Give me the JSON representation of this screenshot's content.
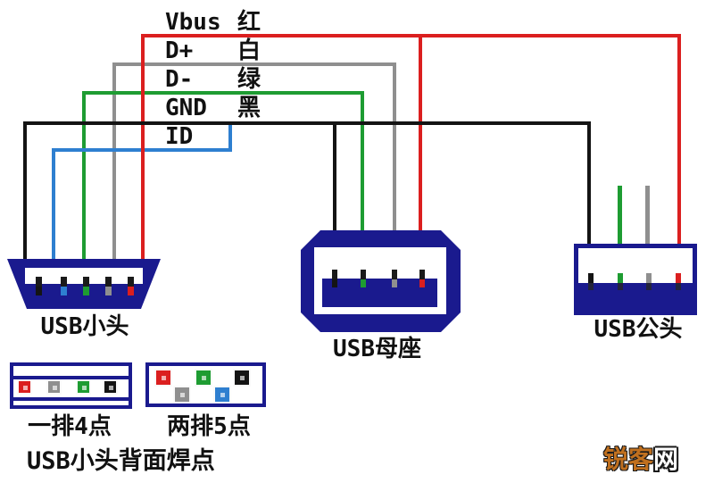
{
  "palette": {
    "red": "#db1f1f",
    "white": "#8f8f8f",
    "green": "#1e9c32",
    "black": "#141414",
    "blue": "#2e7fd0",
    "navy": "#1a1a8e",
    "pin_dark": "#1a1a1a",
    "watermark_orange": "#c0701f",
    "text": "#111111"
  },
  "legend": {
    "rows": [
      {
        "signal": "Vbus",
        "color_cn": "红",
        "wire": "red"
      },
      {
        "signal": "D+",
        "color_cn": "白",
        "wire": "white"
      },
      {
        "signal": "D-",
        "color_cn": "绿",
        "wire": "green"
      },
      {
        "signal": "GND",
        "color_cn": "黑",
        "wire": "black"
      },
      {
        "signal": "ID",
        "color_cn": "",
        "wire": "blue"
      }
    ]
  },
  "connectors": {
    "mini": {
      "label": "USB小头",
      "pins": [
        "black",
        "blue",
        "green",
        "white",
        "red"
      ]
    },
    "female": {
      "label": "USB母座",
      "pins": [
        "black",
        "green",
        "white",
        "red"
      ]
    },
    "male": {
      "label": "USB公头",
      "pins": [
        "black",
        "green",
        "white",
        "red"
      ]
    }
  },
  "solder": {
    "one_row": {
      "label": "一排4点",
      "points": [
        "red",
        "white",
        "green",
        "black"
      ]
    },
    "two_row": {
      "label": "两排5点",
      "points_top": [
        "red",
        "green",
        "black"
      ],
      "points_bottom": [
        "white",
        "blue"
      ]
    },
    "caption": "USB小头背面焊点"
  },
  "watermark": {
    "brand": "锐客",
    "suffix": "网"
  }
}
